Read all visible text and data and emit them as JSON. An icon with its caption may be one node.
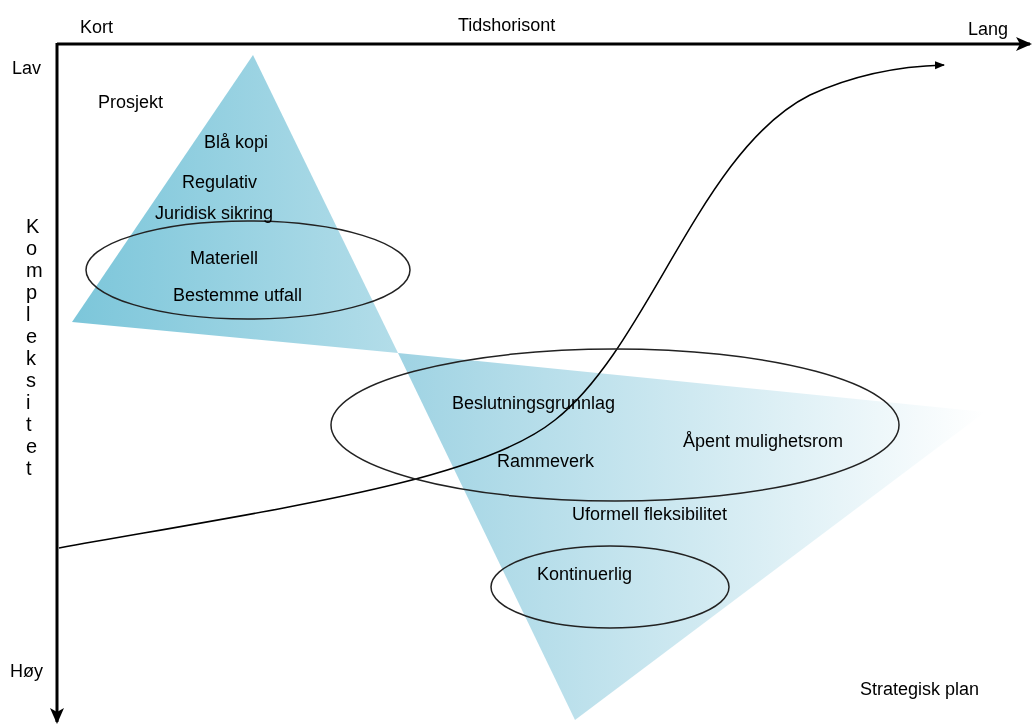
{
  "diagram": {
    "nodes": [
      {
        "text": [
          "Materiell",
          "Bestemme utfall"
        ]
      },
      {
        "text": [
          "Beslutningsgrunnlag",
          "Rammeverk",
          "Åpent mulighetsrom"
        ]
      },
      {
        "text": [
          "Kontinuerlig"
        ]
      }
    ],
    "labels": [
      "Kort",
      "Tidshorisont",
      "Lang",
      "Lav",
      "Prosjekt",
      "Blå kopi",
      "Regulativ",
      "Juridisk sikring",
      "Kompleksitet",
      "Uformell fleksibilitet",
      "Høy",
      "Strategisk plan"
    ]
  }
}
